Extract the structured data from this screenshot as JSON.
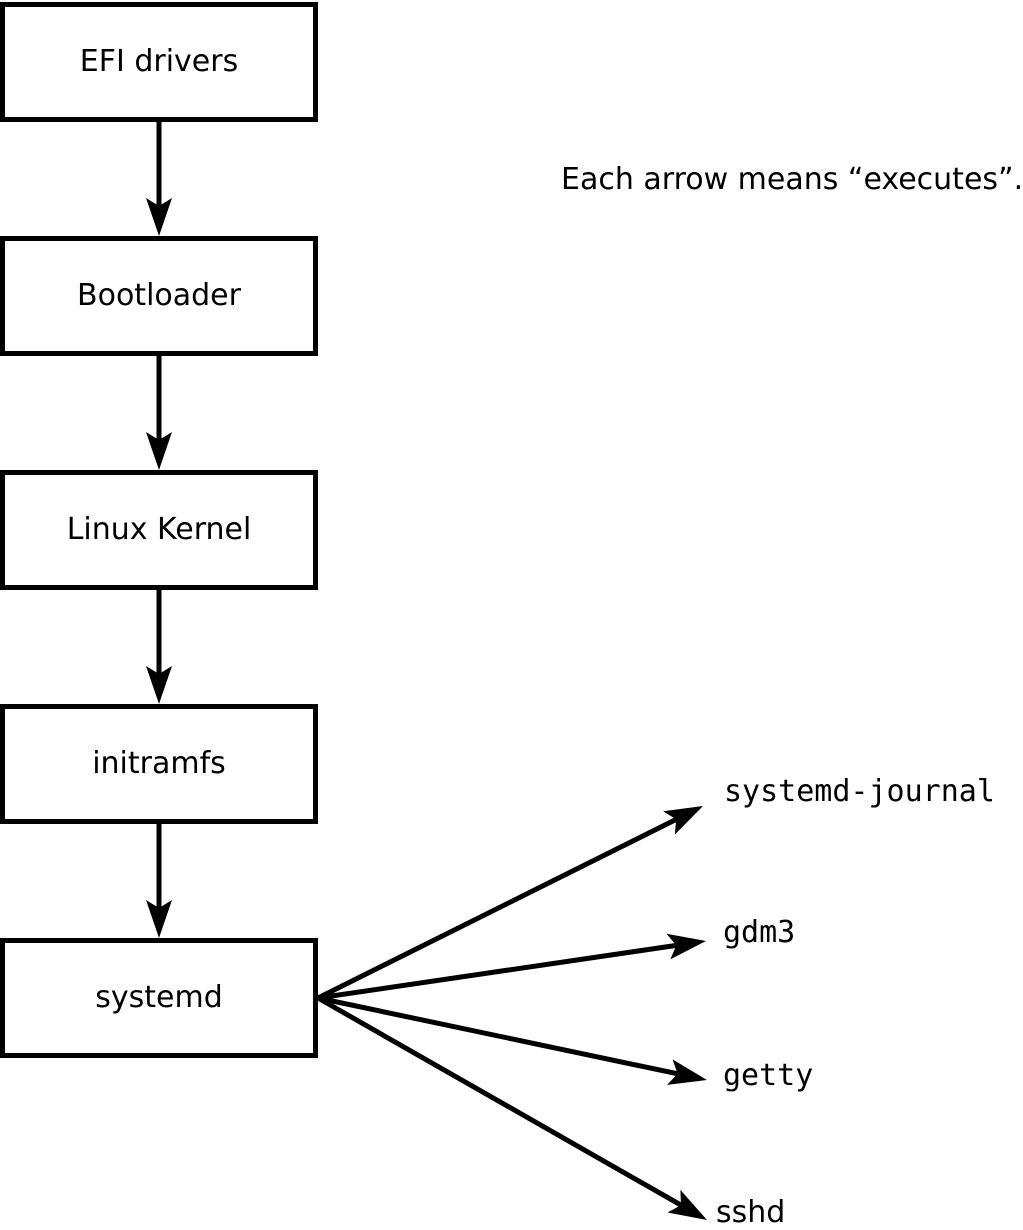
{
  "annotation": "Each arrow means “executes”.",
  "arrow_meaning": "executes",
  "chain": [
    {
      "label": "EFI drivers"
    },
    {
      "label": "Bootloader"
    },
    {
      "label": "Linux Kernel"
    },
    {
      "label": "initramfs"
    },
    {
      "label": "systemd"
    }
  ],
  "targets": [
    {
      "label": "systemd-journal"
    },
    {
      "label": "gdm3"
    },
    {
      "label": "getty"
    },
    {
      "label": "sshd"
    }
  ],
  "colors": {
    "line": "#000000",
    "background": "#ffffff"
  }
}
